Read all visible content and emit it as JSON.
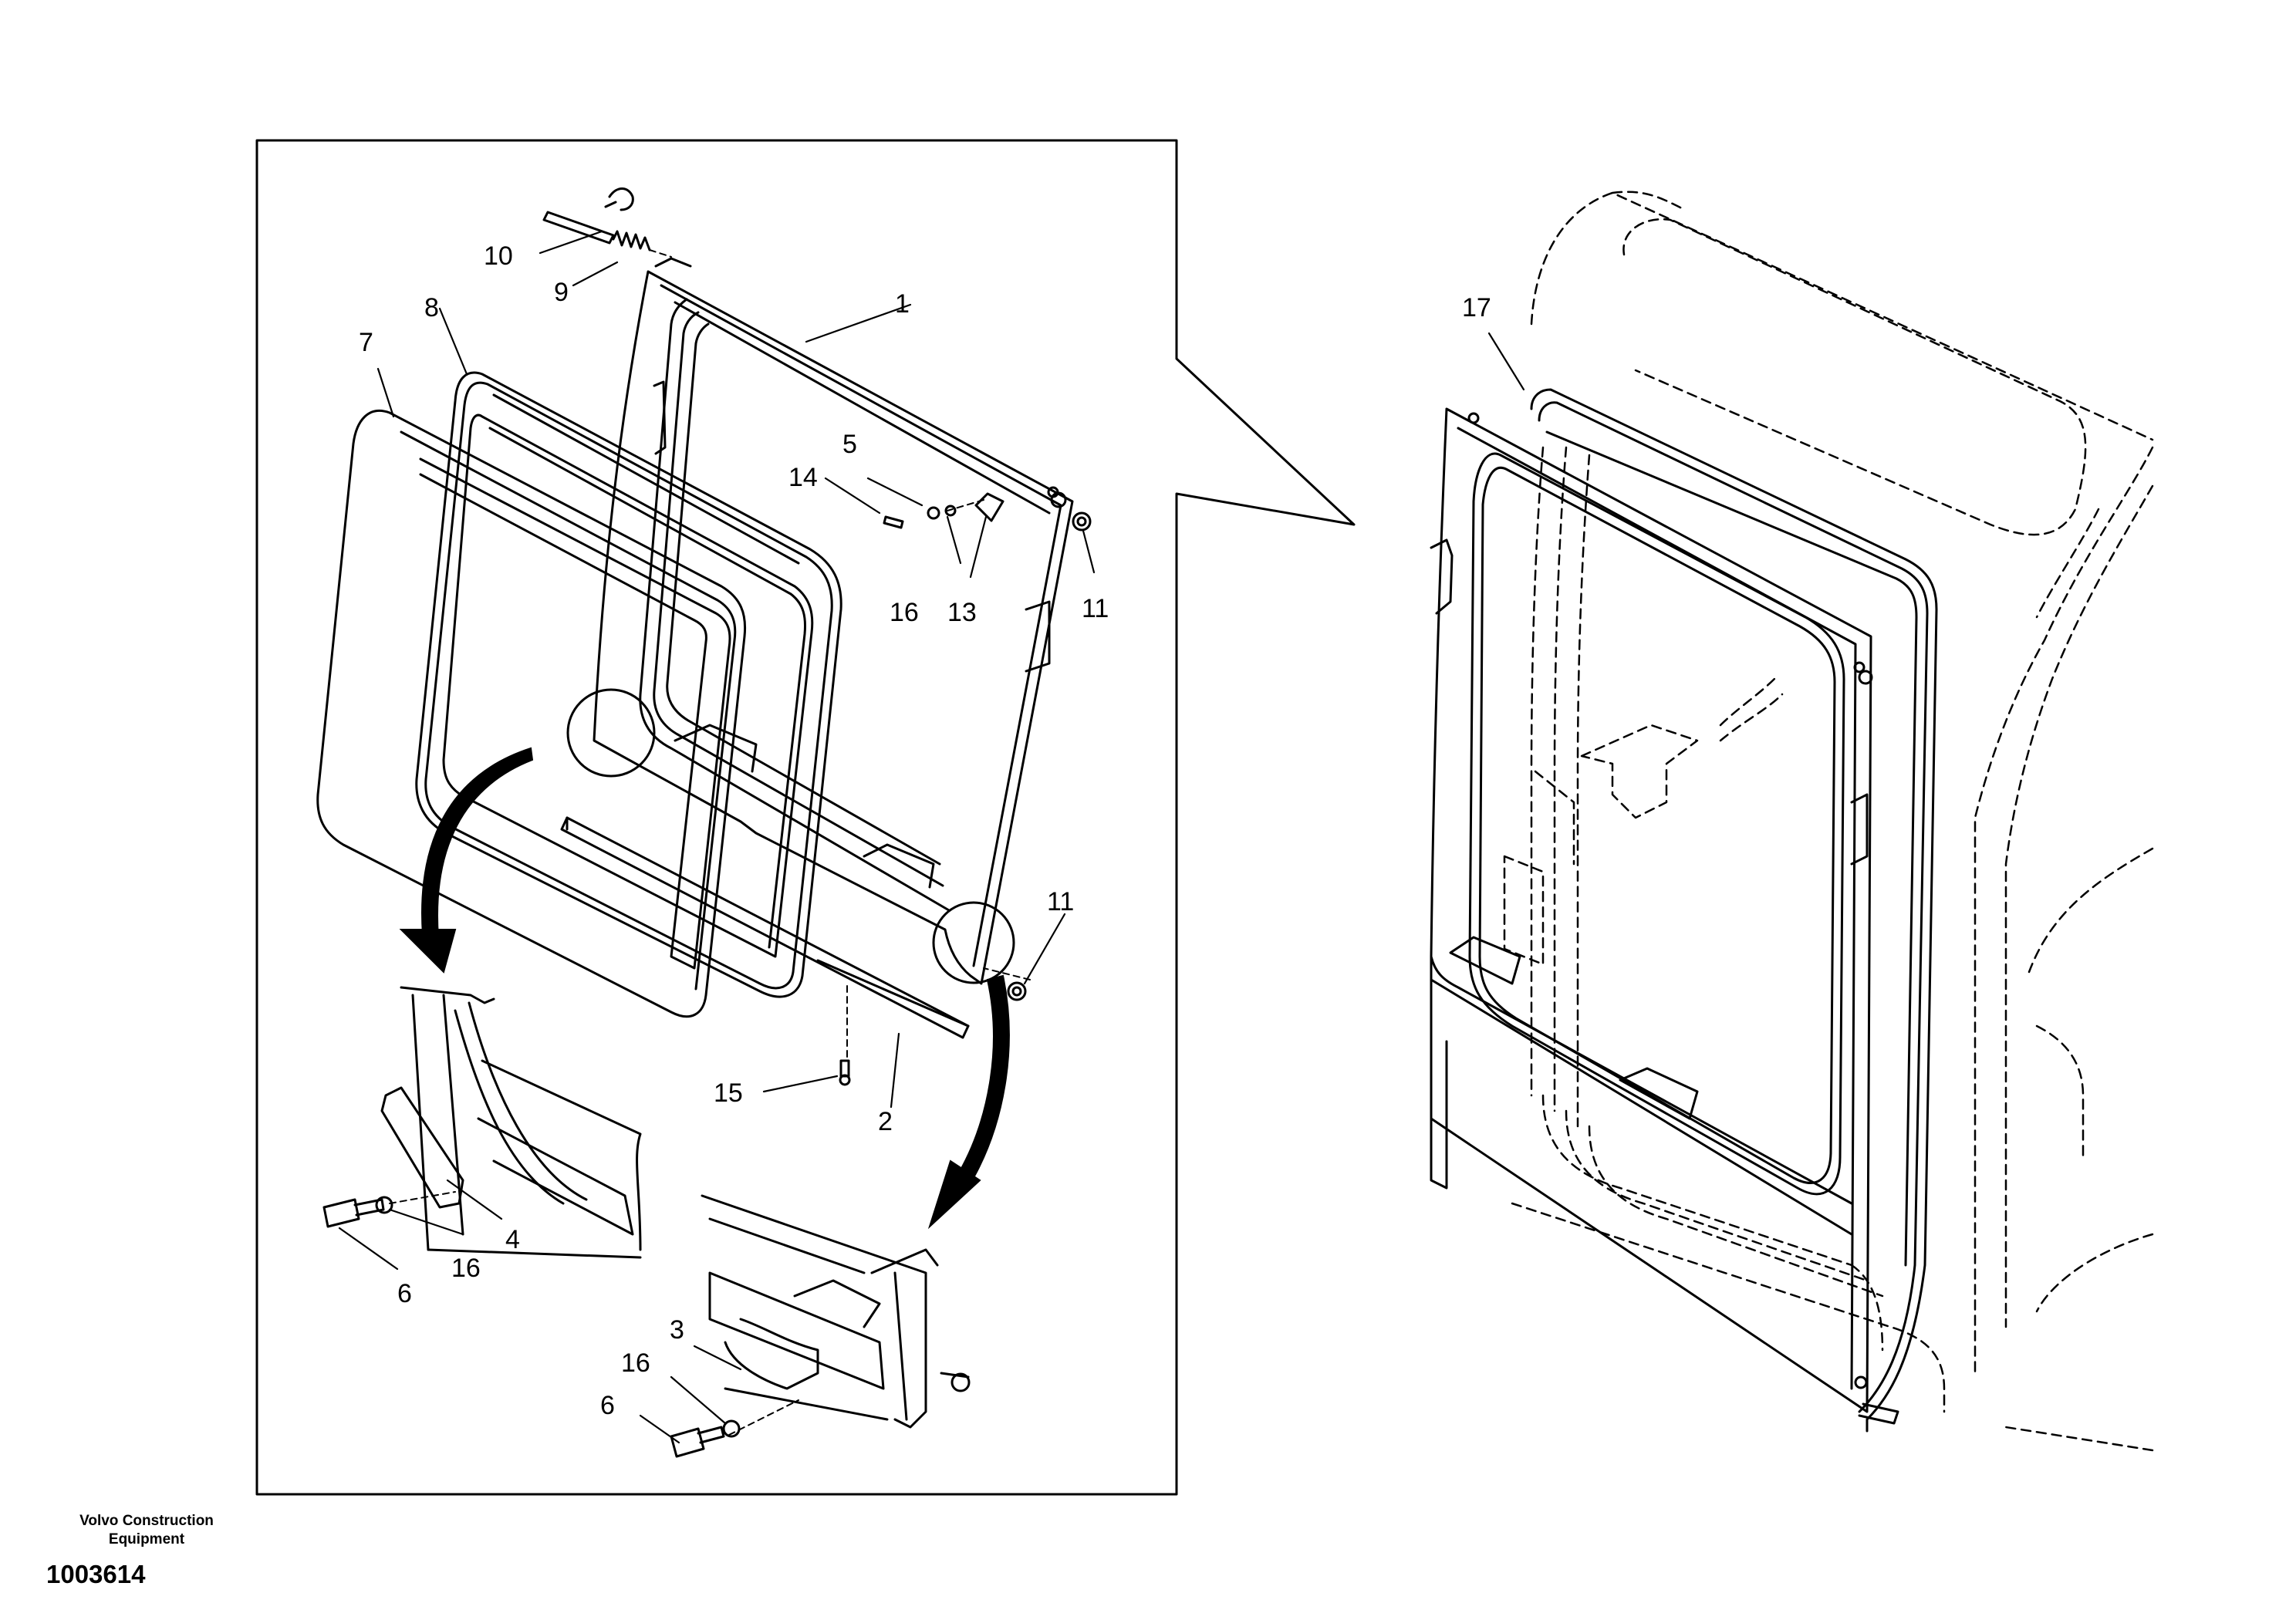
{
  "callouts": {
    "c1": "1",
    "c2": "2",
    "c3": "3",
    "c4": "4",
    "c5": "5",
    "c6a": "6",
    "c6b": "6",
    "c7": "7",
    "c8": "8",
    "c9": "9",
    "c10": "10",
    "c11a": "11",
    "c11b": "11",
    "c13": "13",
    "c14": "14",
    "c15": "15",
    "c16a": "16",
    "c16b": "16",
    "c16c": "16",
    "c17": "17"
  },
  "footer": {
    "brand_line1": "Volvo Construction",
    "brand_line2": "Equipment",
    "doc_number": "1003614"
  }
}
